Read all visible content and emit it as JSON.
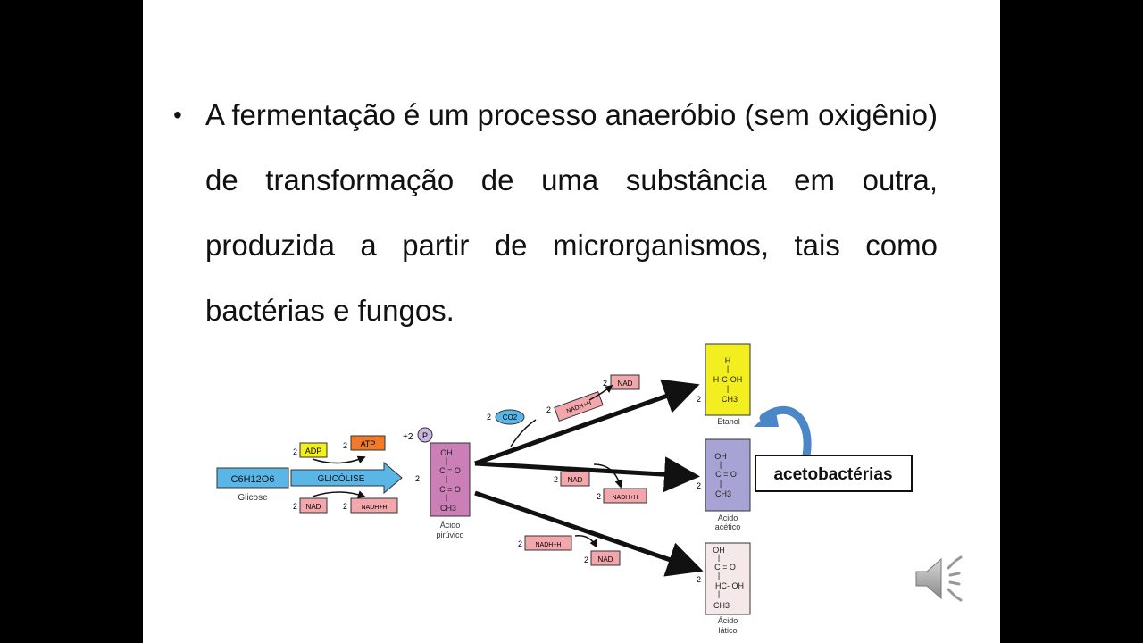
{
  "slide": {
    "bullet_text": "A fermentação é um processo anaeróbio (sem oxigênio) de transformação de uma substância em outra, produzida a partir de microrganismos, tais como bactérias e fungos."
  },
  "diagram": {
    "glucose_formula": "C6H12O6",
    "glucose_label": "Glicose",
    "glycolysis_label": "GLICÓLISE",
    "adp": "ADP",
    "atp": "ATP",
    "plus2p": "+2",
    "p": "P",
    "nad": "NAD",
    "nadh": "NADH+H",
    "co2": "CO2",
    "coef2": "2",
    "pyruvic_struct": [
      "OH",
      "C = O",
      "C = O",
      "CH3"
    ],
    "pyruvic_label": [
      "Ácido",
      "pirúvico"
    ],
    "ethanol_struct": [
      "H",
      "H-C-OH",
      "CH3"
    ],
    "ethanol_label": "Etanol",
    "acetic_struct": [
      "OH",
      "C = O",
      "CH3"
    ],
    "acetic_label": [
      "Ácido",
      "acético"
    ],
    "lactic_struct": [
      "OH",
      "C = O",
      "HC- OH",
      "CH3"
    ],
    "lactic_label": [
      "Ácido",
      "lático"
    ],
    "acetobacteria_label": "acetobactérias"
  },
  "colors": {
    "yellow": "#f3ee1f",
    "orange": "#f07a2a",
    "blue": "#5ab6e6",
    "pink": "#cc7fb6",
    "lavender": "#a7a3d4",
    "pale_pink": "#f4e8e8",
    "nad_pink": "#f2a7ad",
    "arrow_blue": "#4a86c8"
  }
}
